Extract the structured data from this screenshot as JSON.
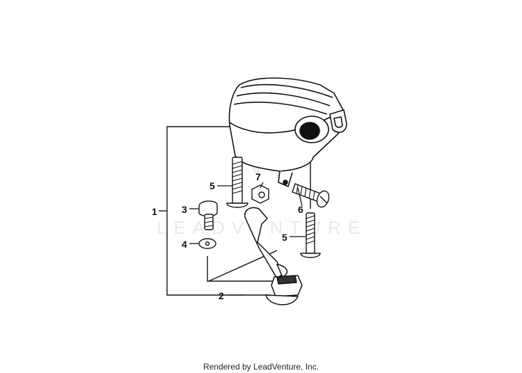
{
  "watermark": "LEADVENTURE",
  "footer": "Rendered by LeadVenture, Inc.",
  "callouts": [
    "1",
    "2",
    "3",
    "4",
    "5",
    "5",
    "6",
    "7"
  ]
}
